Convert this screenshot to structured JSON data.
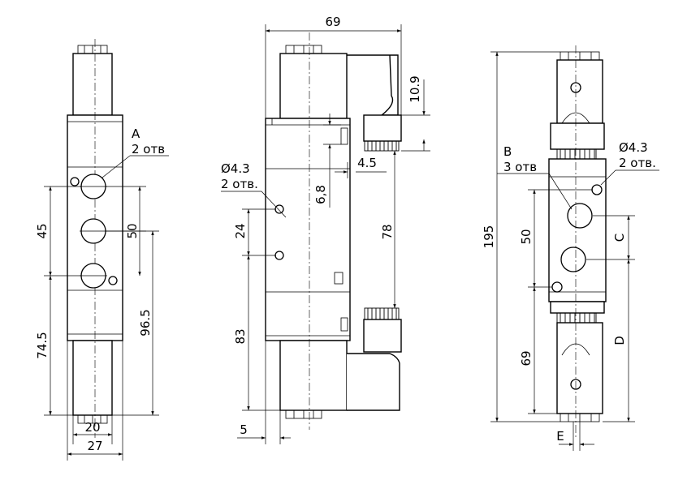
{
  "front_view": {
    "dims": {
      "d45": "45",
      "d50": "50",
      "d96_5": "96.5",
      "d74_5": "74.5",
      "d20": "20",
      "d27": "27"
    },
    "port_a": {
      "name": "A",
      "count": "2 отв"
    }
  },
  "side_view": {
    "dims": {
      "d69": "69",
      "d10_9": "10.9",
      "d4_5": "4.5",
      "d6_8": "6,8",
      "d78": "78",
      "d24": "24",
      "d83": "83",
      "d5": "5"
    },
    "mounting_hole": {
      "diameter": "Ø4.3",
      "count": "2 отв."
    }
  },
  "rear_view": {
    "dims": {
      "d195": "195",
      "d50": "50",
      "d69": "69",
      "c": "C",
      "d": "D",
      "e": "E"
    },
    "port_b": {
      "name": "B",
      "count": "3 отв"
    },
    "mounting_hole": {
      "diameter": "Ø4.3",
      "count": "2 отв."
    }
  }
}
